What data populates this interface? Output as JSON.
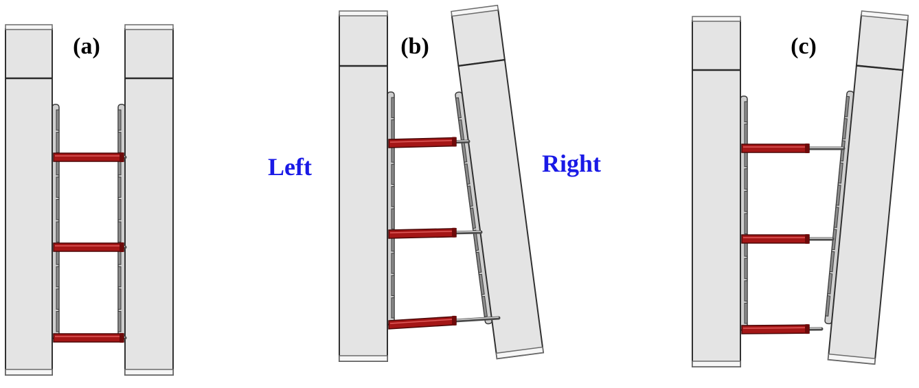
{
  "colors": {
    "body_fill": "#e4e4e4",
    "outline": "#303030",
    "actuator": "#a41616",
    "rod": "#4a4a4a",
    "side_label": "#1a1ae6"
  },
  "panels": [
    {
      "id": "a",
      "label": "(a)"
    },
    {
      "id": "b",
      "label": "(b)",
      "side_left": "Left",
      "side_right": "Right"
    },
    {
      "id": "c",
      "label": "(c)"
    }
  ]
}
